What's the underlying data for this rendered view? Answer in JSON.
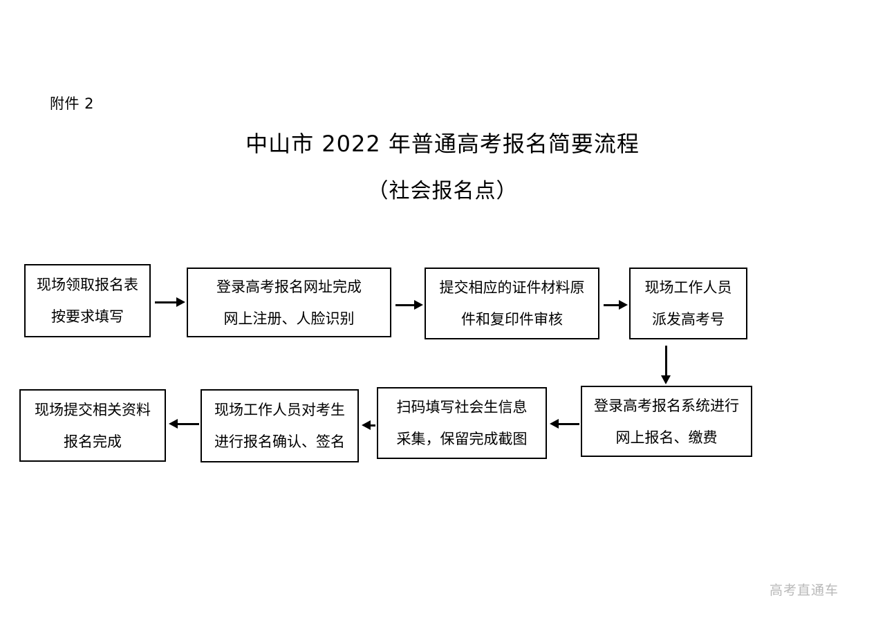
{
  "document": {
    "attachment_label": "附件 2",
    "title_main": "中山市 2022 年普通高考报名简要流程",
    "title_sub": "（社会报名点）",
    "watermark": "高考直通车",
    "background_color": "#ffffff",
    "ink_color": "#000000",
    "watermark_color": "#b8b8b8"
  },
  "flow": {
    "nodes": [
      {
        "id": "node-1",
        "index": 1,
        "lines": [
          "现场领取报名表",
          "按要求填写"
        ]
      },
      {
        "id": "node-2",
        "index": 2,
        "lines": [
          "登录高考报名网址完成",
          "网上注册、人脸识别"
        ]
      },
      {
        "id": "node-3",
        "index": 3,
        "lines": [
          "提交相应的证件材料原",
          "件和复印件审核"
        ]
      },
      {
        "id": "node-4",
        "index": 4,
        "lines": [
          "现场工作人员",
          "派发高考号"
        ]
      },
      {
        "id": "node-5",
        "index": 5,
        "lines": [
          "登录高考报名系统进行",
          "网上报名、缴费"
        ]
      },
      {
        "id": "node-6",
        "index": 6,
        "lines": [
          "扫码填写社会生信息",
          "采集，保留完成截图"
        ]
      },
      {
        "id": "node-7",
        "index": 7,
        "lines": [
          "现场工作人员对考生",
          "进行报名确认、签名"
        ]
      },
      {
        "id": "node-8",
        "index": 8,
        "lines": [
          "现场提交相关资料",
          "报名完成"
        ]
      }
    ],
    "connectors": [
      {
        "id": "arrow-1-2",
        "from": "node-1",
        "to": "node-2",
        "direction": "right"
      },
      {
        "id": "arrow-2-3",
        "from": "node-2",
        "to": "node-3",
        "direction": "right"
      },
      {
        "id": "arrow-3-4",
        "from": "node-3",
        "to": "node-4",
        "direction": "right"
      },
      {
        "id": "arrow-4-5",
        "from": "node-4",
        "to": "node-5",
        "direction": "down"
      },
      {
        "id": "arrow-5-6",
        "from": "node-5",
        "to": "node-6",
        "direction": "left"
      },
      {
        "id": "arrow-6-7",
        "from": "node-6",
        "to": "node-7",
        "direction": "left"
      },
      {
        "id": "arrow-7-8",
        "from": "node-7",
        "to": "node-8",
        "direction": "left"
      }
    ]
  }
}
